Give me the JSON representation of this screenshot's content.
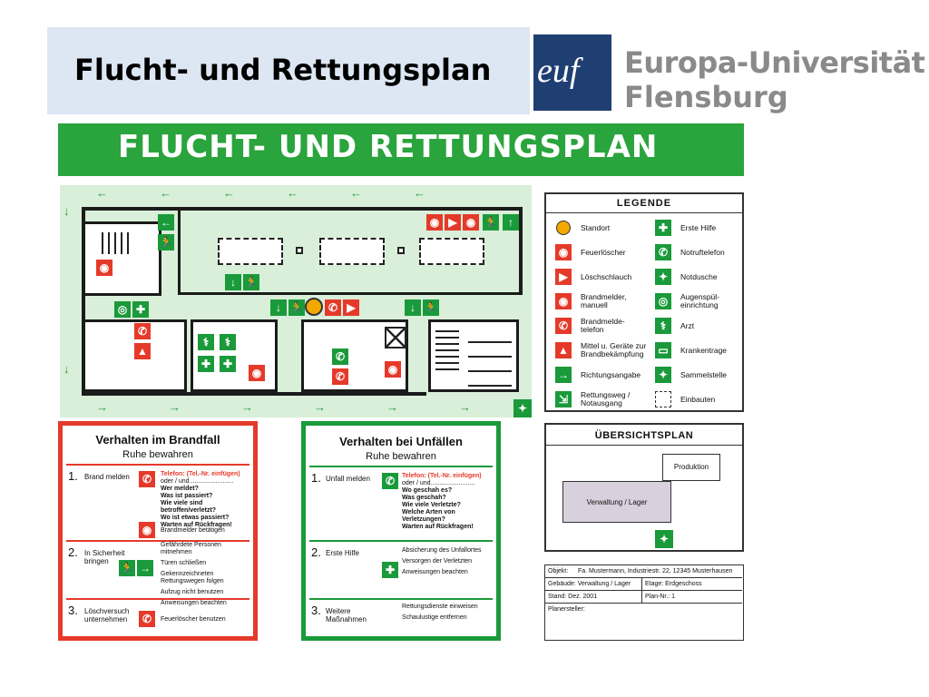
{
  "slide": {
    "title": "Flucht- und Rettungsplan",
    "logo": {
      "mark": "euf",
      "name_line1": "Europa-Universität",
      "name_line2": "Flensburg"
    }
  },
  "plan": {
    "banner": "FLUCHT- UND RETTUNGSPLAN",
    "legend": {
      "title": "LEGENDE",
      "left": [
        {
          "icon": "standort-icon",
          "label": "Standort"
        },
        {
          "icon": "fire-extinguisher-icon",
          "label": "Feuerlöscher"
        },
        {
          "icon": "fire-hose-icon",
          "label": "Löschschlauch"
        },
        {
          "icon": "fire-alarm-icon",
          "label": "Brandmelder,\nmanuell"
        },
        {
          "icon": "fire-phone-icon",
          "label": "Brandmelde-\ntelefon"
        },
        {
          "icon": "fire-equipment-icon",
          "label": "Mittel u. Geräte zur\nBrandbekämpfung"
        },
        {
          "icon": "direction-arrow-icon",
          "label": "Richtungsangabe"
        },
        {
          "icon": "escape-route-icon",
          "label": "Rettungsweg /\nNotausgang"
        }
      ],
      "right": [
        {
          "icon": "first-aid-icon",
          "label": "Erste Hilfe"
        },
        {
          "icon": "emergency-phone-icon",
          "label": "Notruftelefon"
        },
        {
          "icon": "emergency-shower-icon",
          "label": "Notdusche"
        },
        {
          "icon": "eye-wash-icon",
          "label": "Augenspül-\neinrichtung"
        },
        {
          "icon": "doctor-icon",
          "label": "Arzt"
        },
        {
          "icon": "stretcher-icon",
          "label": "Krankentrage"
        },
        {
          "icon": "assembly-point-icon",
          "label": "Sammelstelle"
        },
        {
          "icon": "fixtures-icon",
          "label": "Einbauten"
        }
      ]
    },
    "fire": {
      "title": "Verhalten im Brandfall",
      "subtitle": "Ruhe bewahren",
      "step1": {
        "num": "1.",
        "label": "Brand melden"
      },
      "step1_phone": "Telefon: (Tel.-Nr. einfügen)",
      "step1_lines": [
        "oder / und.........................",
        "Wer meldet?",
        "Was ist passiert?",
        "Wie viele sind betroffen/verletzt?",
        "Wo ist etwas passiert?",
        "Warten auf Rückfragen!"
      ],
      "step1_alarm": "Brandmelder betätigen",
      "step2": {
        "num": "2.",
        "label": "In Sicherheit\nbringen"
      },
      "step2_lines": [
        "Gefährdete Personen mitnehmen",
        "Türen schließen",
        "Gekennzeichneten\nRettungswegen folgen",
        "Aufzug nicht benutzen",
        "Anweisungen beachten"
      ],
      "step3": {
        "num": "3.",
        "label": "Löschversuch\nunternehmen"
      },
      "step3_text": "Feuerlöscher benutzen"
    },
    "accident": {
      "title": "Verhalten bei Unfällen",
      "subtitle": "Ruhe bewahren",
      "step1": {
        "num": "1.",
        "label": "Unfall melden"
      },
      "step1_phone": "Telefon: (Tel.-Nr. einfügen)",
      "step1_lines": [
        "oder / und.........................",
        "Wo geschah es?",
        "Was geschah?",
        "Wie viele Verletzte?",
        "Welche Arten von Verletzungen?",
        "Warten auf Rückfragen!"
      ],
      "step2": {
        "num": "2.",
        "label": "Erste Hilfe"
      },
      "step2_lines": [
        "Absicherung des Unfallortes",
        "Versorgen der Verletzten",
        "Anweisungen beachten"
      ],
      "step3": {
        "num": "3.",
        "label": "Weitere\nMaßnahmen"
      },
      "step3_lines": [
        "Rettungsdienste einweisen",
        "Schaulustige entfernen"
      ]
    },
    "overview": {
      "title": "ÜBERSICHTSPLAN",
      "production": "Produktion",
      "warehouse": "Verwaltung / Lager"
    },
    "info": {
      "objekt_label": "Objekt:",
      "objekt_value": "Fa. Mustermann, Industriestr. 22, 12345 Musterhausen",
      "gebaeude": "Gebäude: Verwaltung / Lager",
      "etage": "Etage:  Erdgeschoss",
      "stand": "Stand:  Dez. 2001",
      "plan_nr": "Plan-Nr.: 1",
      "planersteller": "Planersteller:"
    }
  },
  "colors": {
    "green": "#1a9a3a",
    "red": "#e53a2a",
    "title_bg": "#dde6f3",
    "logo_blue": "#1f3f73"
  }
}
